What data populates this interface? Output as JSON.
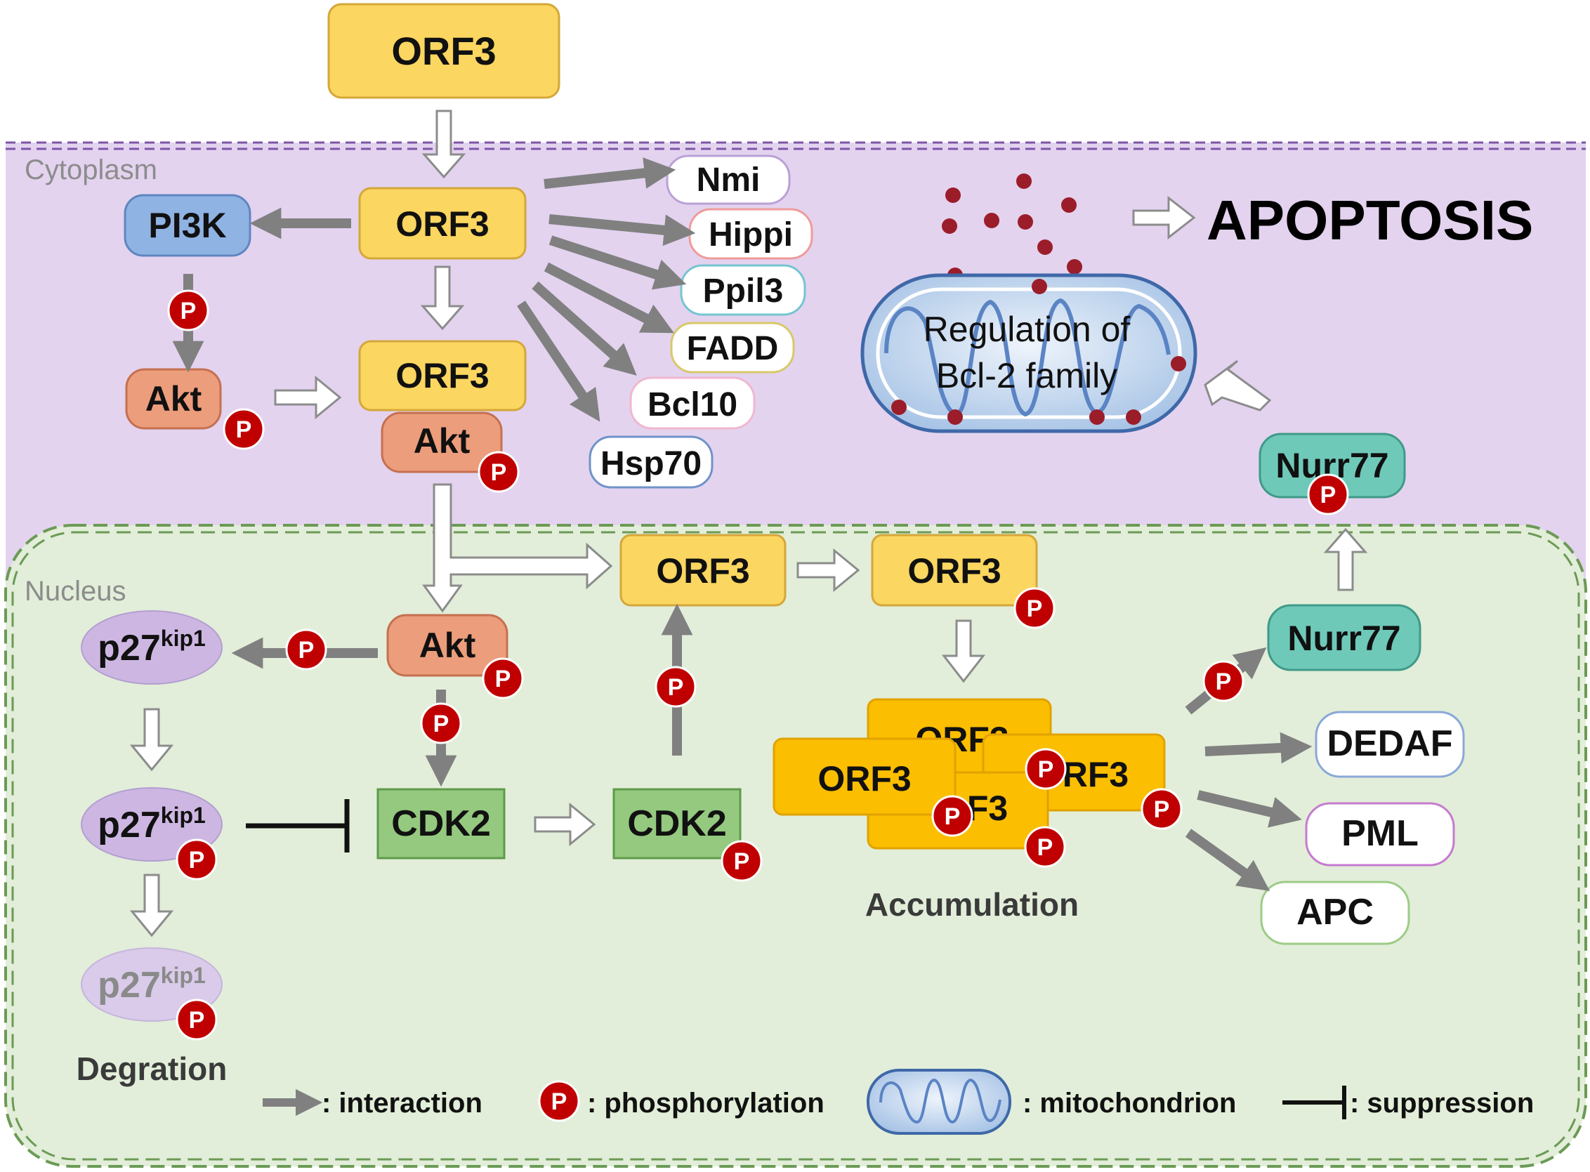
{
  "regions": {
    "cytoplasm": "Cytoplasm",
    "nucleus": "Nucleus"
  },
  "nodes": {
    "orf3_top": "ORF3",
    "orf3_cyto": "ORF3",
    "pi3k": "PI3K",
    "akt_cyto": "Akt",
    "orf3_complex": "ORF3",
    "akt_complex": "Akt",
    "nmi": "Nmi",
    "hippi": "Hippi",
    "ppil3": "Ppil3",
    "fadd": "FADD",
    "bcl10": "Bcl10",
    "hsp70": "Hsp70",
    "apoptosis": "APOPTOSIS",
    "mito_label_line1": "Regulation of",
    "mito_label_line2": "Bcl-2 family",
    "nurr77_cyto": "Nurr77",
    "orf3_nuc": "ORF3",
    "orf3_nuc_p": "ORF3",
    "akt_nuc": "Akt",
    "p27_1_base": "p27",
    "p27_1_sup": "kip1",
    "p27_2_base": "p27",
    "p27_2_sup": "kip1",
    "p27_3_base": "p27",
    "p27_3_sup": "kip1",
    "cdk2_1": "CDK2",
    "cdk2_2": "CDK2",
    "stack_1": "ORF3",
    "stack_2": "RF3",
    "stack_3": "F3",
    "stack_4": "ORF3",
    "accumulation": "Accumulation",
    "degration": "Degration",
    "nurr77_nuc": "Nurr77",
    "dedaf": "DEDAF",
    "pml": "PML",
    "apc": "APC"
  },
  "phospho_label": "P",
  "legend": {
    "interaction": ": interaction",
    "phosphorylation": ": phosphorylation",
    "mitochondrion": ": mitochondrion",
    "suppression": ": suppression"
  },
  "colors": {
    "cytoplasm_bg": "#e3d3ef",
    "nucleus_bg": "#e2eed9",
    "orf3": "#fbd660",
    "orf3_accum": "#fbbe00",
    "akt": "#ec9d7b",
    "pi3k": "#8fb3e3",
    "cdk2": "#94c97f",
    "nurr77": "#6fc9b9",
    "phospho": "#c00000",
    "arrow": "#808080"
  }
}
